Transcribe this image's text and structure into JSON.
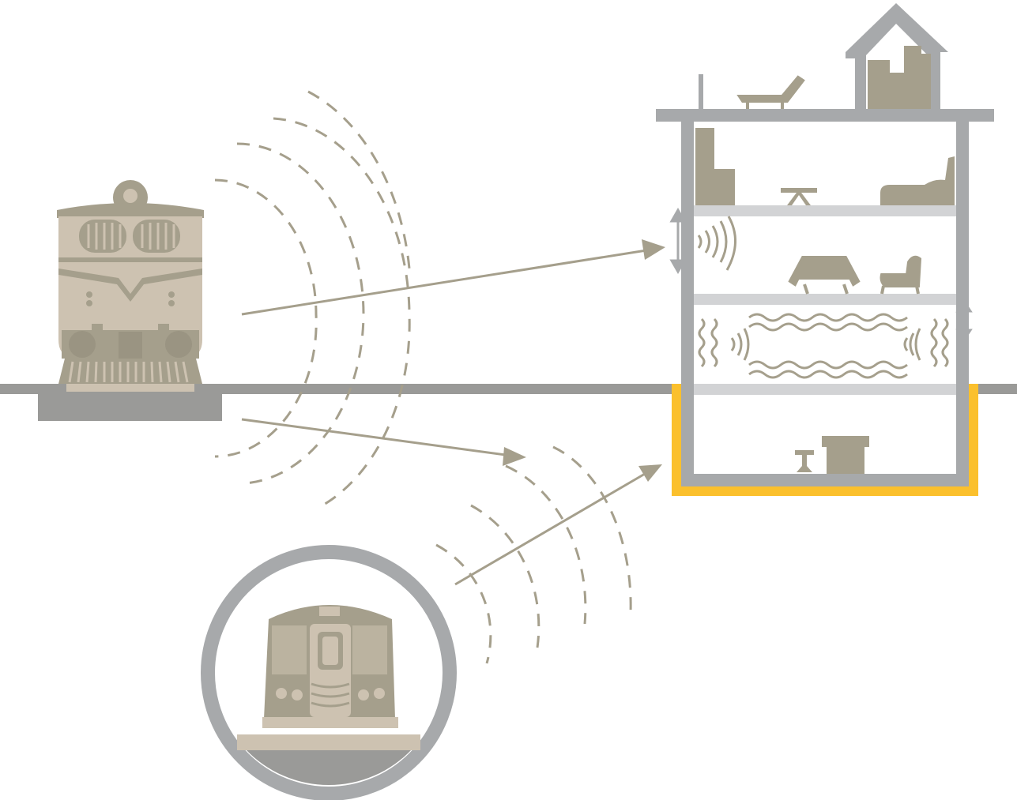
{
  "diagram": {
    "texts": [],
    "elements": {
      "ground": "ground-line",
      "surface_train": "locomotive-icon",
      "subway_train": "subway-train-icon",
      "tunnel": "tunnel-ring",
      "building": "building-cross-section",
      "foundation": "foundation-highlight",
      "waves": "vibration-wave-arcs",
      "arrows": "vibration-path-arrows"
    },
    "colors": {
      "ground": "#9a9a98",
      "tunnel": "#a7a9ab",
      "train_body": "#cdc2b1",
      "train_dark": "#a59f8c",
      "wave": "#a59f8c",
      "building_wall": "#a7a9ab",
      "floor_slab": "#d2d3d5",
      "foundation": "#fbc02d",
      "furniture": "#a59f8c"
    }
  }
}
